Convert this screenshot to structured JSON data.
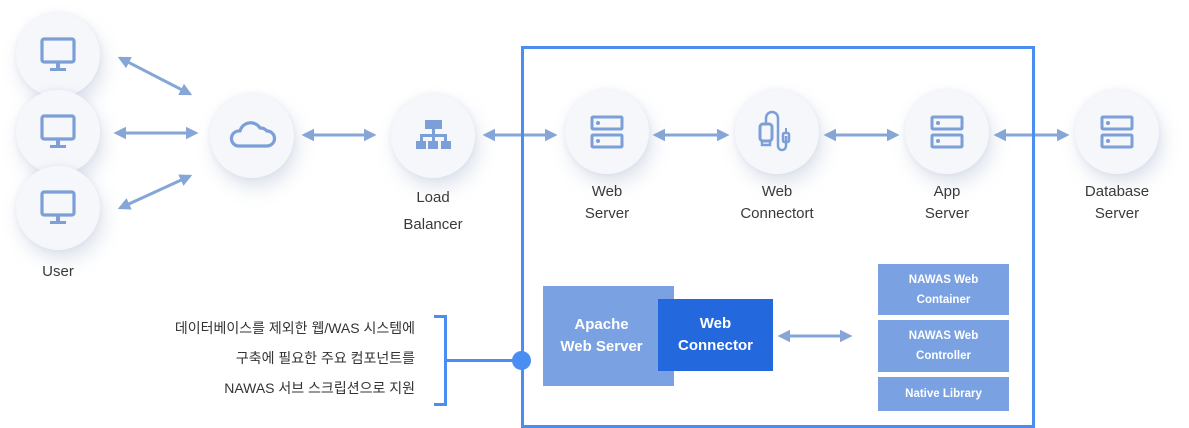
{
  "colors": {
    "icon": "#7b9fd6",
    "arrow": "#86a6d8",
    "boundary": "#4a8ef2",
    "block_light": "#7aa2e3",
    "block_dark": "#2468dd",
    "node_bg": "#f5f7fb"
  },
  "nodes": {
    "user": {
      "label": "User",
      "icon": "monitor-icon"
    },
    "internet": {
      "icon": "cloud-icon"
    },
    "load_balancer": {
      "label_line1": "Load",
      "label_line2": "Balancer",
      "icon": "sitemap-icon"
    },
    "web_server": {
      "label_line1": "Web",
      "label_line2": "Server",
      "icon": "server-icon"
    },
    "web_connector": {
      "label_line1": "Web",
      "label_line2": "Connectort",
      "icon": "cable-icon"
    },
    "app_server": {
      "label_line1": "App",
      "label_line2": "Server",
      "icon": "server-icon"
    },
    "database_server": {
      "label_line1": "Database",
      "label_line2": "Server",
      "icon": "server-icon"
    }
  },
  "subscription": {
    "apache_line1": "Apache",
    "apache_line2": "Web Server",
    "connector_line1": "Web",
    "connector_line2": "Connector",
    "stack": [
      {
        "line1": "NAWAS Web",
        "line2": "Container"
      },
      {
        "line1": "NAWAS Web",
        "line2": "Controller"
      },
      {
        "line1": "Native Library",
        "line2": ""
      }
    ]
  },
  "note": {
    "line1": "데이터베이스를 제외한 웹/WAS 시스템에",
    "line2": "구축에 필요한 주요 컴포넌트를",
    "line3": "NAWAS 서브 스크립션으로 지원"
  }
}
